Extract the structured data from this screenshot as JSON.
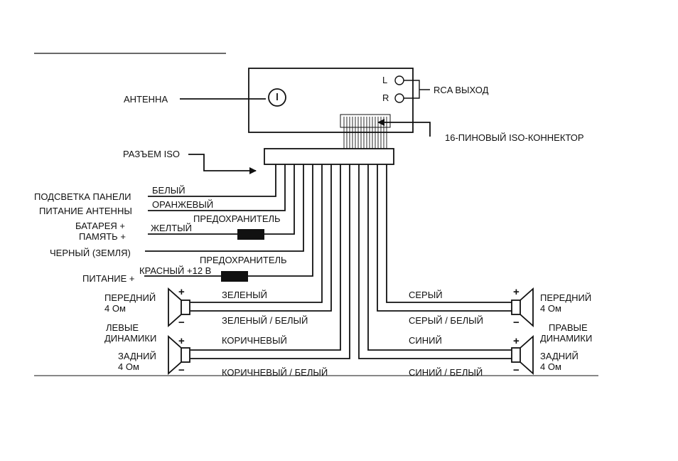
{
  "labels": {
    "antenna": "АНТЕННА",
    "rca_l": "L",
    "rca_r": "R",
    "rca_out": "RCA ВЫХОД",
    "iso_16pin": "16-ПИНОВЫЙ ISO-КОННЕКТОР",
    "iso_socket": "РАЗЪЕМ ISO"
  },
  "left_wires": {
    "panel_light": "ПОДСВЕТКА ПАНЕЛИ",
    "white": "БЕЛЫЙ",
    "antenna_power": "ПИТАНИЕ АНТЕННЫ",
    "orange": "ОРАНЖЕВЫЙ",
    "fuse1": "ПРЕДОХРАНИТЕЛЬ",
    "battery": "БАТАРЕЯ +",
    "memory": "ПАМЯТЬ +",
    "yellow": "ЖЕЛТЫЙ",
    "black_ground": "ЧЕРНЫЙ (ЗЕМЛЯ)",
    "fuse2": "ПРЕДОХРАНИТЕЛЬ",
    "power": "ПИТАНИЕ +",
    "red": "КРАСНЫЙ +12 В"
  },
  "speakers": {
    "plus": "+",
    "minus": "−",
    "left_front": "ПЕРЕДНИЙ",
    "left_front_ohm": "4 Ом",
    "left_group_1": "ЛЕВЫЕ",
    "left_group_2": "ДИНАМИКИ",
    "left_rear": "ЗАДНИЙ",
    "left_rear_ohm": "4 Ом",
    "right_front": "ПЕРЕДНИЙ",
    "right_front_ohm": "4 Ом",
    "right_group_1": "ПРАВЫЕ",
    "right_group_2": "ДИНАМИКИ",
    "right_rear": "ЗАДНИЙ",
    "right_rear_ohm": "4 Ом"
  },
  "speaker_wires": {
    "green": "ЗЕЛЕНЫЙ",
    "green_white": "ЗЕЛЕНЫЙ / БЕЛЫЙ",
    "brown": "КОРИЧНЕВЫЙ",
    "brown_white": "КОРИЧНЕВЫЙ / БЕЛЫЙ",
    "grey": "СЕРЫЙ",
    "grey_white": "СЕРЫЙ / БЕЛЫЙ",
    "blue": "СИНИЙ",
    "blue_white": "СИНИЙ / БЕЛЫЙ"
  }
}
